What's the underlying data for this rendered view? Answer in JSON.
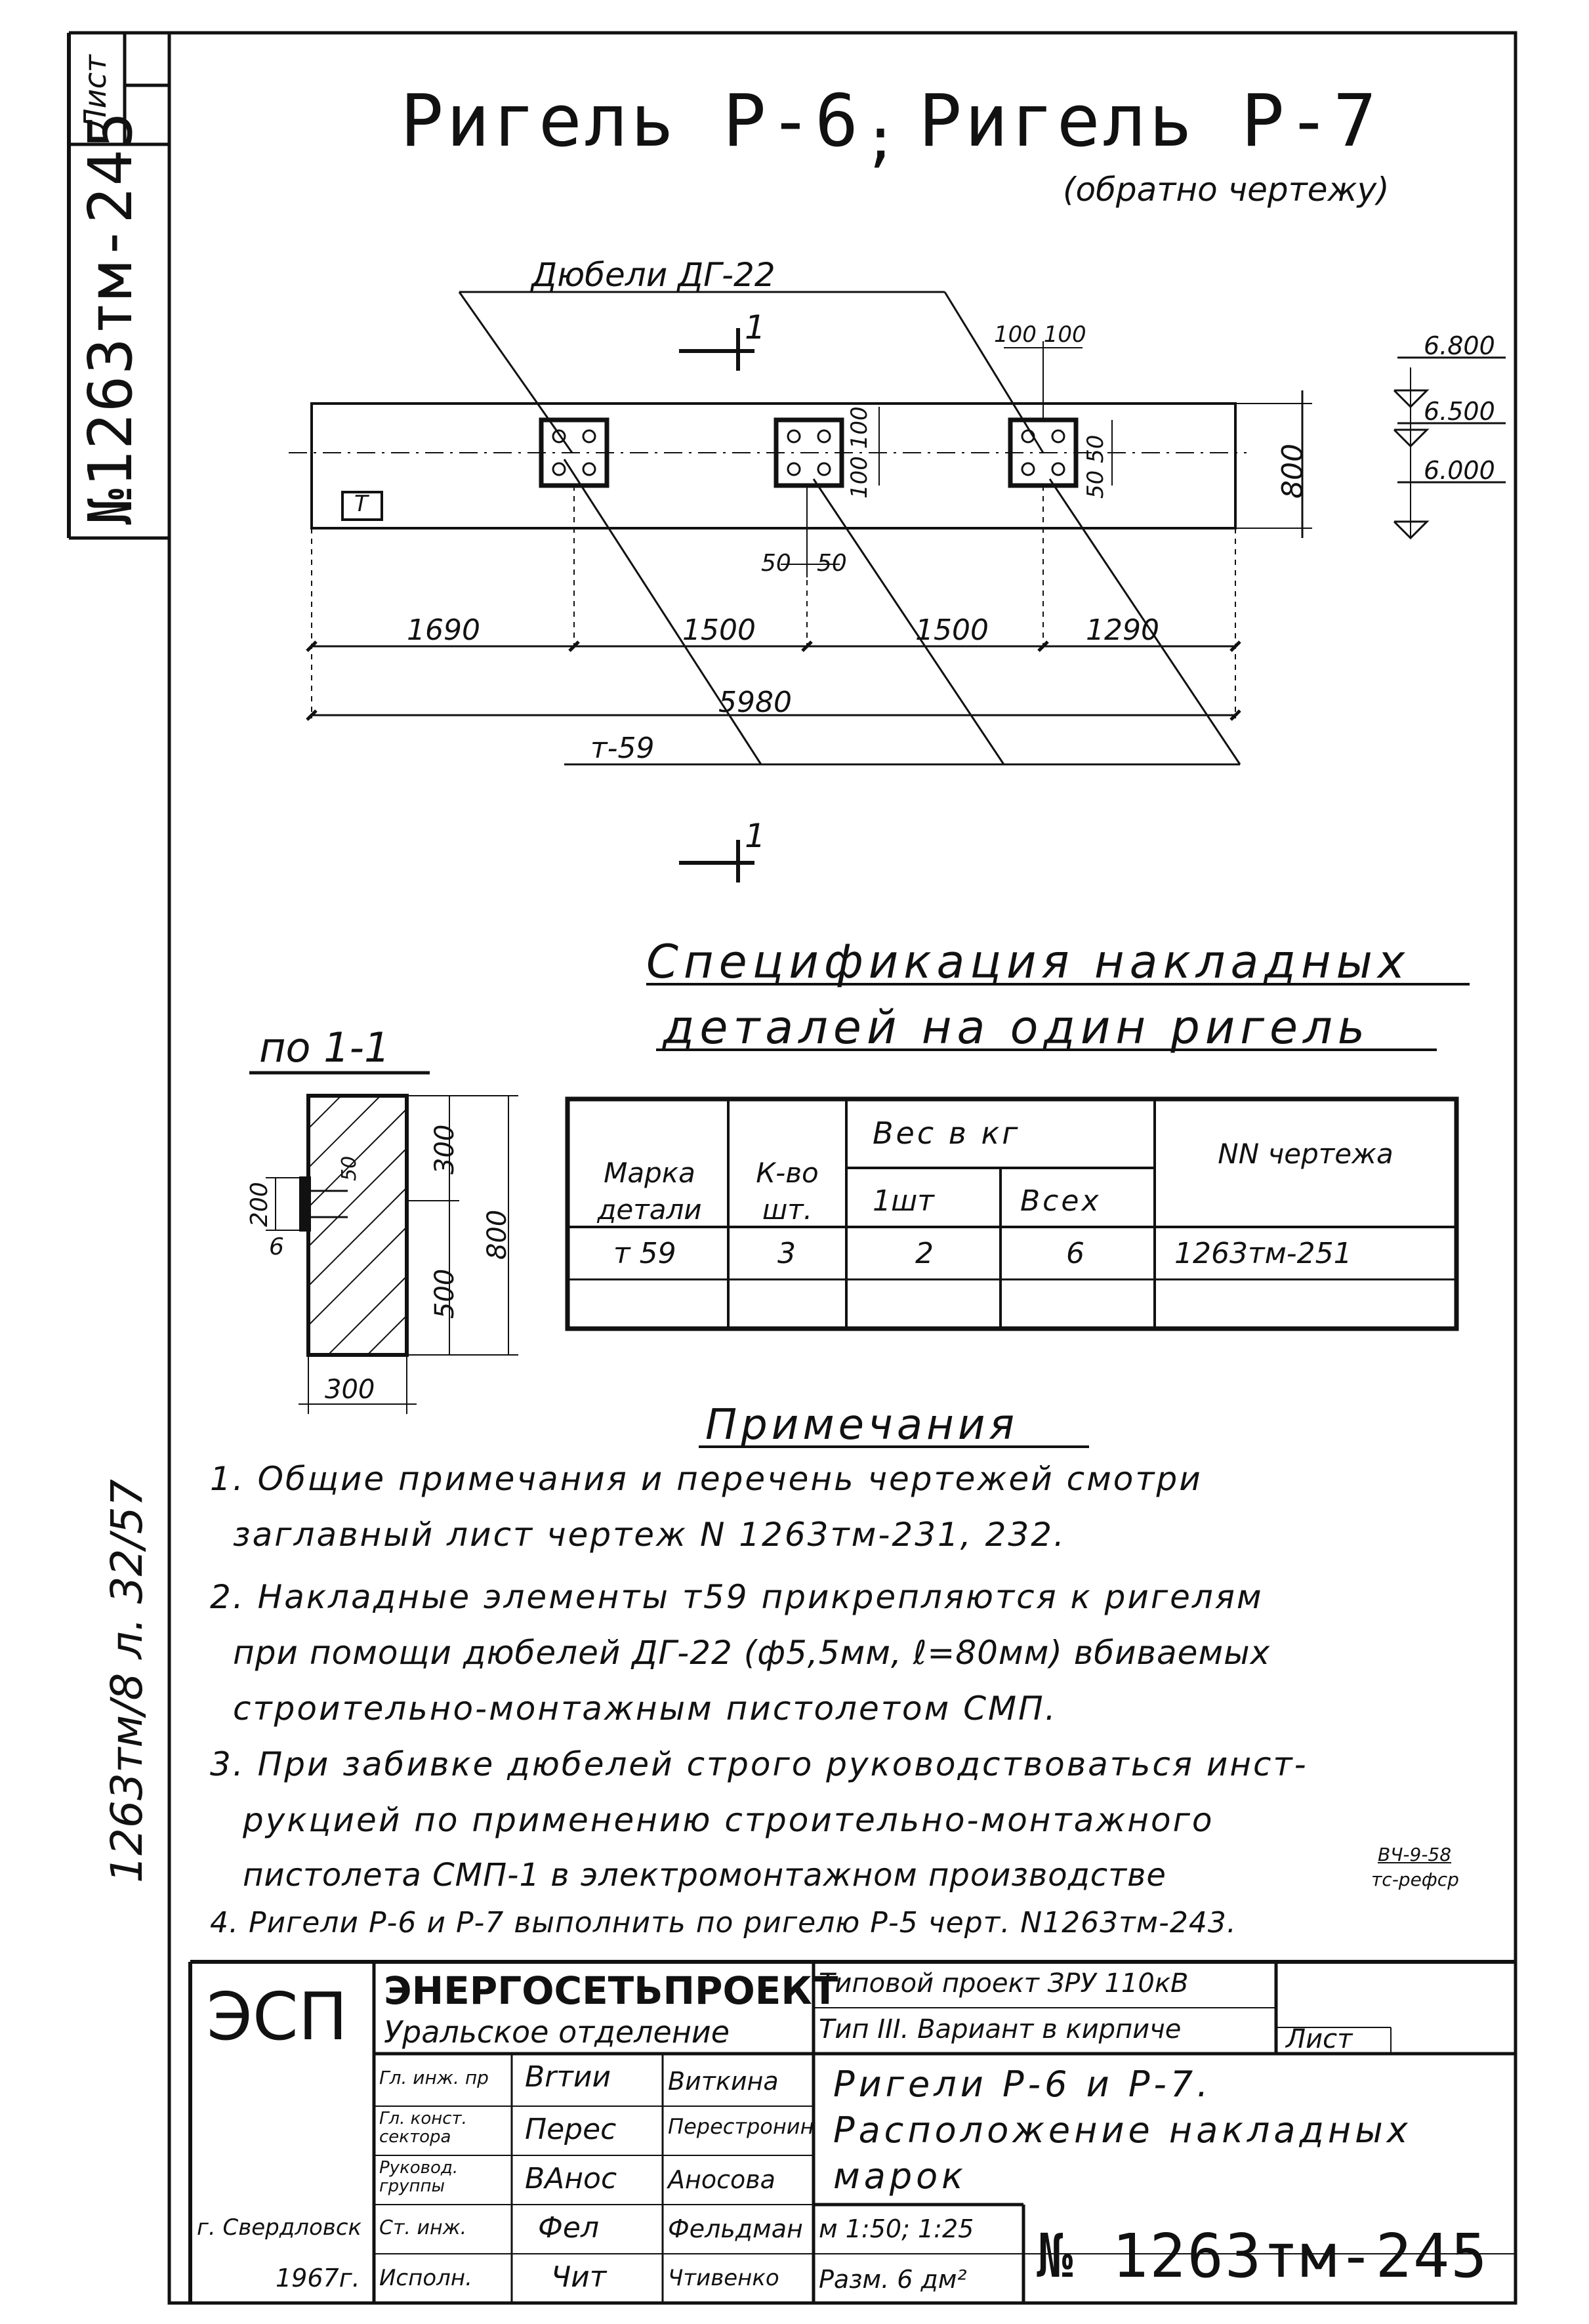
{
  "side_strip": {
    "sheet_label": "Лист",
    "doc_number": "№1263тм-245",
    "inventory": "1263тм/8 л. 32/57"
  },
  "header": {
    "title_left": "Ригель Р-6",
    "separator": ";",
    "title_right": "Ригель Р-7",
    "subtitle": "(обратно чертежу)"
  },
  "plan": {
    "dowel_label": "Дюбели ДГ-22",
    "section_mark": "1",
    "plate_mark": "т-59",
    "dim_100_100": "100 100",
    "dim_100_100_v": "100 100",
    "dim_50_50_v": "50 50",
    "dim_50_left": "50",
    "dim_50_right": "50",
    "height": "800",
    "bottom_dims": [
      "1690",
      "1500",
      "1500",
      "1290"
    ],
    "total": "5980",
    "elevations": [
      "6.800",
      "6.500",
      "6.000"
    ],
    "box_mark": "Т"
  },
  "section": {
    "title": "по 1-1",
    "dims_right": [
      "300",
      "500"
    ],
    "height_total": "800",
    "dim_200": "200",
    "dim_6": "6",
    "dim_50": "50",
    "width": "300"
  },
  "spec": {
    "title_line1": "Спецификация накладных",
    "title_line2": "деталей на один ригель",
    "headers": {
      "mark": "Марка детали",
      "qty": "К-во шт.",
      "weight": "Вес в кг",
      "weight_one": "1шт",
      "weight_all": "Всех",
      "drawing": "NN чертежа"
    },
    "rows": [
      {
        "mark": "т 59",
        "qty": "3",
        "one": "2",
        "all": "6",
        "drawing": "1263тм-251"
      },
      {
        "mark": "",
        "qty": "",
        "one": "",
        "all": "",
        "drawing": ""
      }
    ]
  },
  "notes": {
    "title": "Примечания",
    "lines": [
      "1. Общие примечания и перечень чертежей смотри",
      "заглавный лист чертеж N 1263тм-231, 232.",
      "2. Накладные элементы т59 прикрепляются к ригелям",
      "при помощи дюбелей ДГ-22 (ф5,5мм, ℓ=80мм) вбиваемых",
      "строительно-монтажным пистолетом СМП.",
      "3. При забивке дюбелей строго руководствоваться инст-",
      "рукцией по применению строительно-монтажного",
      "пистолета СМП-1 в электромонтажном производстве",
      "4. Ригели Р-6 и Р-7 выполнить по ригелю Р-5 черт. N1263тм-243."
    ],
    "ref_top": "ВЧ-9-58",
    "ref_bottom": "тс-рефср"
  },
  "title_block": {
    "logo": "ЭСП",
    "org": "ЭНЕРГОСЕТЬПРОЕКТ",
    "branch": "Уральское отделение",
    "project_line1": "Типовой проект ЗРУ 110кВ",
    "project_line2": "Тип III. Вариант в кирпиче",
    "sheet_label": "Лист",
    "roles": [
      "Гл. инж. пр",
      "Гл. конст. сектора",
      "Руковод. группы",
      "Ст. инж.",
      "Исполн."
    ],
    "names": [
      "Виткина",
      "Перестронин",
      "Аносова",
      "Фельдман",
      "Чтивенко"
    ],
    "signatures": [
      "Вrтии",
      "Перес",
      "ВАнос",
      "Фел",
      "Чит"
    ],
    "drawing_title_line1": "Ригели Р-6 и Р-7.",
    "drawing_title_line2": "Расположение накладных",
    "drawing_title_line3": "марок",
    "city": "г. Свердловск",
    "year": "1967г.",
    "scale": "м 1:50; 1:25",
    "size": "Разм. 6 дм²",
    "number": "№ 1263тм-245"
  }
}
